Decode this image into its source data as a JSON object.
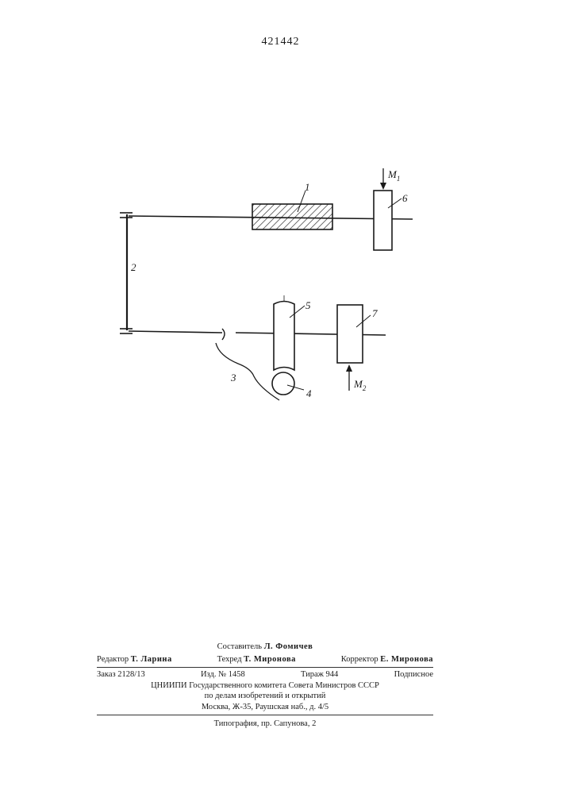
{
  "page_number": "421442",
  "diagram": {
    "labels": {
      "part1": "1",
      "part2": "2",
      "part3": "3",
      "part4": "4",
      "part5": "5",
      "part6": "6",
      "part7": "7",
      "torque1": "M",
      "torque1_sub": "1",
      "torque2": "M",
      "torque2_sub": "2"
    }
  },
  "colophon": {
    "compiler_label": "Составитель",
    "compiler_name": "Л. Фомичев",
    "editor_label": "Редактор",
    "editor_name": "Т. Ларина",
    "techred_label": "Техред",
    "techred_name": "Т. Миронова",
    "corrector_label": "Корректор",
    "corrector_name": "Е. Миронова",
    "order": "Заказ 2128/13",
    "edition": "Изд. № 1458",
    "circulation": "Тираж 944",
    "subscription": "Подписное",
    "org_line1": "ЦНИИПИ Государственного комитета Совета Министров СССР",
    "org_line2": "по делам изобретений и открытий",
    "address": "Москва, Ж-35, Раушская наб., д. 4/5",
    "typography": "Типография, пр. Сапунова, 2"
  }
}
